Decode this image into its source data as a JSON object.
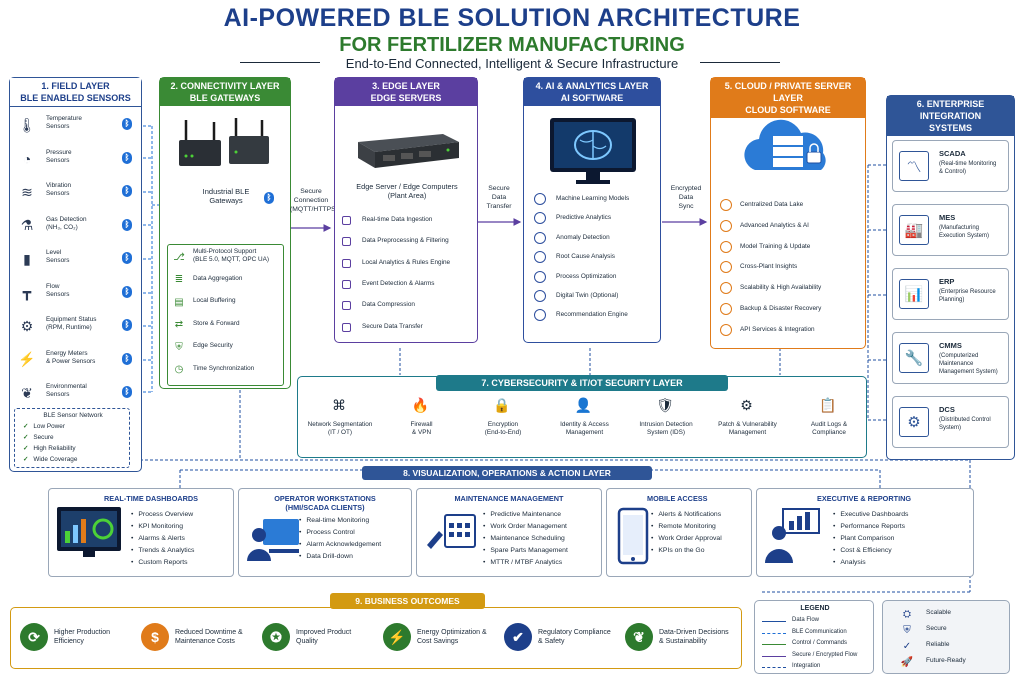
{
  "title": "AI-POWERED BLE SOLUTION ARCHITECTURE",
  "subtitle": "FOR FERTILIZER MANUFACTURING",
  "tagline": "End-to-End Connected, Intelligent & Secure Infrastructure",
  "field": {
    "h1": "1. FIELD LAYER",
    "h2": "BLE ENABLED SENSORS",
    "sensors": [
      {
        "l1": "Temperature",
        "l2": "Sensors",
        "icon": "thermometer-icon"
      },
      {
        "l1": "Pressure",
        "l2": "Sensors",
        "icon": "gauge-icon"
      },
      {
        "l1": "Vibration",
        "l2": "Sensors",
        "icon": "vibration-icon"
      },
      {
        "l1": "Gas Detection",
        "l2": "(NH₃, CO₂)",
        "icon": "gas-icon"
      },
      {
        "l1": "Level",
        "l2": "Sensors",
        "icon": "tank-icon"
      },
      {
        "l1": "Flow",
        "l2": "Sensors",
        "icon": "pipe-icon"
      },
      {
        "l1": "Equipment Status",
        "l2": "(RPM, Runtime)",
        "icon": "motor-icon"
      },
      {
        "l1": "Energy Meters",
        "l2": "& Power Sensors",
        "icon": "bolt-icon"
      },
      {
        "l1": "Environmental",
        "l2": "Sensors",
        "icon": "leaf-icon"
      }
    ],
    "net_title": "BLE Sensor Network",
    "net": [
      "Low Power",
      "Secure",
      "High Reliability",
      "Wide Coverage"
    ]
  },
  "conn": {
    "h1": "2. CONNECTIVITY LAYER",
    "h2": "BLE GATEWAYS",
    "gw1": "Industrial BLE",
    "gw2": "Gateways",
    "items": [
      "Multi-Protocol Support",
      "Data Aggregation",
      "Local Buffering",
      "Store & Forward",
      "Edge Security",
      "Time Synchronization"
    ],
    "item0_sub": "(BLE 5.0, MQTT, OPC UA)"
  },
  "secure_conn": [
    "Secure",
    "Connection",
    "(MQTT/HTTPS)"
  ],
  "edge": {
    "h1": "3. EDGE LAYER",
    "h2": "EDGE SERVERS",
    "cap1": "Edge Server / Edge Computers",
    "cap2": "(Plant Area)",
    "items": [
      "Real-time Data Ingestion",
      "Data Preprocessing & Filtering",
      "Local Analytics & Rules Engine",
      "Event Detection & Alarms",
      "Data Compression",
      "Secure Data Transfer"
    ]
  },
  "secure_transfer": [
    "Secure",
    "Data",
    "Transfer"
  ],
  "ai": {
    "h1": "4. AI & ANALYTICS LAYER",
    "h2": "AI SOFTWARE",
    "items": [
      "Machine Learning Models",
      "Predictive Analytics",
      "Anomaly Detection",
      "Root Cause Analysis",
      "Process Optimization",
      "Digital Twin (Optional)",
      "Recommendation Engine"
    ]
  },
  "enc_sync": [
    "Encrypted",
    "Data",
    "Sync"
  ],
  "cloud": {
    "h1": "5. CLOUD / PRIVATE SERVER LAYER",
    "h2": "CLOUD SOFTWARE",
    "items": [
      "Centralized Data Lake",
      "Advanced Analytics & AI",
      "Model Training & Update",
      "Cross-Plant Insights",
      "Scalability & High Availability",
      "Backup & Disaster Recovery",
      "API Services & Integration"
    ]
  },
  "ent": {
    "h1": "6. ENTERPRISE INTEGRATION",
    "h2": "SYSTEMS",
    "systems": [
      {
        "name": "SCADA",
        "d1": "(Real-time Monitoring",
        "d2": "& Control)",
        "d3": ""
      },
      {
        "name": "MES",
        "d1": "(Manufacturing",
        "d2": "Execution System)",
        "d3": ""
      },
      {
        "name": "ERP",
        "d1": "(Enterprise Resource",
        "d2": "Planning)",
        "d3": ""
      },
      {
        "name": "CMMS",
        "d1": "(Computerized",
        "d2": "Maintenance",
        "d3": "Management System)"
      },
      {
        "name": "DCS",
        "d1": "(Distributed Control",
        "d2": "System)",
        "d3": ""
      }
    ]
  },
  "sec": {
    "h": "7. CYBERSECURITY & IT/OT SECURITY LAYER",
    "items": [
      {
        "a": "Network Segmentation",
        "b": "(IT / OT)"
      },
      {
        "a": "Firewall",
        "b": "& VPN"
      },
      {
        "a": "Encryption",
        "b": "(End-to-End)"
      },
      {
        "a": "Identity & Access",
        "b": "Management"
      },
      {
        "a": "Intrusion Detection",
        "b": "System (IDS)"
      },
      {
        "a": "Patch & Vulnerability",
        "b": "Management"
      },
      {
        "a": "Audit Logs &",
        "b": "Compliance"
      }
    ]
  },
  "viz": {
    "h": "8. VISUALIZATION, OPERATIONS & ACTION LAYER",
    "cards": [
      {
        "t1": "REAL-TIME DASHBOARDS",
        "t2": "",
        "items": [
          "Process Overview",
          "KPI Monitoring",
          "Alarms & Alerts",
          "Trends & Analytics",
          "Custom Reports"
        ]
      },
      {
        "t1": "OPERATOR WORKSTATIONS",
        "t2": "(HMI/SCADA CLIENTS)",
        "items": [
          "Real-time Monitoring",
          "Process Control",
          "Alarm Acknowledgement",
          "Data Drill-down"
        ]
      },
      {
        "t1": "MAINTENANCE MANAGEMENT",
        "t2": "",
        "items": [
          "Predictive Maintenance",
          "Work Order Management",
          "Maintenance Scheduling",
          "Spare Parts Management",
          "MTTR / MTBF Analytics"
        ]
      },
      {
        "t1": "MOBILE ACCESS",
        "t2": "",
        "items": [
          "Alerts & Notifications",
          "Remote Monitoring",
          "Work Order Approval",
          "KPIs on the Go"
        ]
      },
      {
        "t1": "EXECUTIVE & REPORTING",
        "t2": "",
        "items": [
          "Executive Dashboards",
          "Performance Reports",
          "Plant Comparison",
          "Cost & Efficiency",
          "Analysis"
        ]
      }
    ]
  },
  "biz": {
    "h": "9. BUSINESS OUTCOMES",
    "items": [
      {
        "a": "Higher Production",
        "b": "Efficiency"
      },
      {
        "a": "Reduced Downtime &",
        "b": "Maintenance Costs"
      },
      {
        "a": "Improved Product",
        "b": "Quality"
      },
      {
        "a": "Energy Optimization &",
        "b": "Cost Savings"
      },
      {
        "a": "Regulatory Compliance",
        "b": "& Safety"
      },
      {
        "a": "Data-Driven Decisions",
        "b": "& Sustainability"
      }
    ]
  },
  "legend": {
    "h": "LEGEND",
    "items": [
      "Data Flow",
      "BLE Communication",
      "Control / Commands",
      "Secure / Encrypted Flow",
      "Integration"
    ]
  },
  "qual": [
    "Scalable",
    "Secure",
    "Reliable",
    "Future-Ready"
  ],
  "colors": {
    "field": "#2f5597",
    "conn": "#3a8a35",
    "edge": "#5b3fa0",
    "ai": "#2e4f9e",
    "cloud": "#e07b1a",
    "ent": "#2f5597",
    "sec": "#1e7a8a",
    "viz": "#2f5597",
    "biz": "#d39a12"
  }
}
